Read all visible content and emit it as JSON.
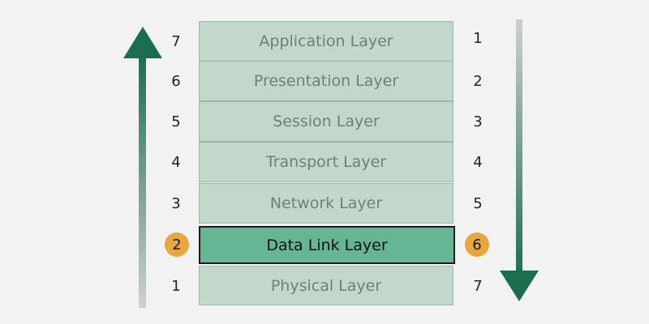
{
  "colors": {
    "layer_fill": "#c3d8cd",
    "highlight_fill": "#66b595",
    "badge": "#e8a73e",
    "arrow": "#1a6e4f"
  },
  "layers": [
    {
      "name": "Application Layer",
      "left_num": "7",
      "right_num": "1"
    },
    {
      "name": "Presentation Layer",
      "left_num": "6",
      "right_num": "2"
    },
    {
      "name": "Session Layer",
      "left_num": "5",
      "right_num": "3"
    },
    {
      "name": "Transport Layer",
      "left_num": "4",
      "right_num": "4"
    },
    {
      "name": "Network Layer",
      "left_num": "3",
      "right_num": "5"
    },
    {
      "name": "Data Link Layer",
      "left_num": "2",
      "right_num": "6",
      "highlighted": true
    },
    {
      "name": "Physical Layer",
      "left_num": "1",
      "right_num": "7"
    }
  ],
  "arrows": {
    "left": "up-arrow-icon",
    "right": "down-arrow-icon"
  }
}
